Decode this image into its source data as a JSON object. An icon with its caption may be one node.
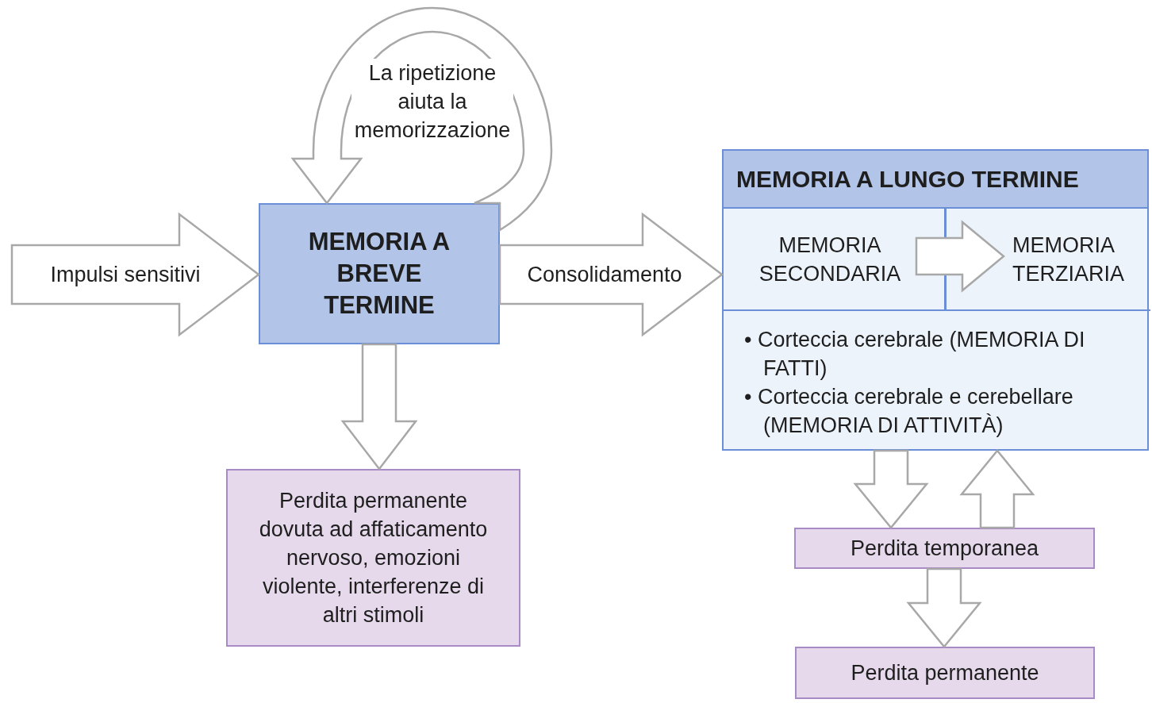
{
  "diagram": {
    "nodes": [
      {
        "text": [
          "MEMORIA A BREVE TERMINE"
        ]
      },
      {
        "text": [
          "Perdita permanente dovuta ad affaticamento nervoso, emozioni violente, interferenze di altri stimoli"
        ]
      },
      {
        "text": [
          "MEMORIA A LUNGO TERMINE"
        ]
      },
      {
        "text": [
          "MEMORIA SECONDARIA"
        ],
        "in": 2
      },
      {
        "text": [
          "MEMORIA TERZIARIA"
        ],
        "in": 2
      },
      {
        "text": [
          "• Corteccia cerebrale (MEMORIA DI FATTI)",
          "• Corteccia cerebrale e cerebellare (MEMORIA DI ATTIVITÀ)"
        ],
        "in": 2
      },
      {
        "text": [
          "Perdita temporanea"
        ]
      },
      {
        "text": [
          "Perdita permanente"
        ]
      }
    ],
    "edges": [
      {
        "from": null,
        "to": 0,
        "arrow": "to",
        "label": "Impulsi sensitivi"
      },
      {
        "from": 0,
        "to": 0,
        "arrow": "to",
        "label": "La ripetizione aiuta la memorizzazione"
      },
      {
        "from": 0,
        "to": 2,
        "arrow": "to",
        "label": "Consolidamento"
      },
      {
        "from": 0,
        "to": 1,
        "arrow": "to"
      },
      {
        "from": 3,
        "to": 4,
        "arrow": "to"
      },
      {
        "from": 2,
        "to": 6,
        "arrow": "to"
      },
      {
        "from": 6,
        "to": 2,
        "arrow": "to"
      },
      {
        "from": 6,
        "to": 7,
        "arrow": "to"
      }
    ]
  }
}
